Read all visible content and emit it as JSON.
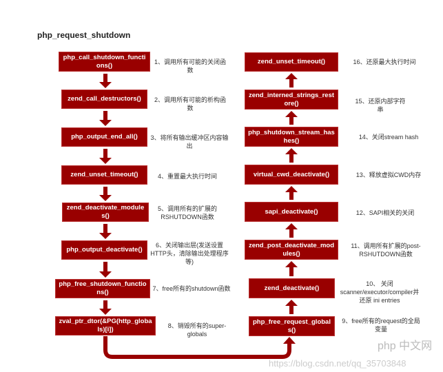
{
  "title": "php_request_shutdown",
  "colors": {
    "box": "#990000",
    "arrow": "#990000"
  },
  "left_steps": [
    {
      "func": "php_call_shutdown_functions()",
      "label": "1、调用所有可能的关闭函数"
    },
    {
      "func": "zend_call_destructors()",
      "label": "2、调用所有可能的析构函数"
    },
    {
      "func": "php_output_end_all()",
      "label": "3、将所有输出缓冲区内容输出"
    },
    {
      "func": "zend_unset_timeout()",
      "label": "4、重置最大执行时间"
    },
    {
      "func": "zend_deactivate_modules()",
      "label": "5、调用所有的扩展的RSHUTDOWN函数"
    },
    {
      "func": "php_output_deactivate()",
      "label": "6、关闭输出层(发送设置HTTP头，清除输出处理程序等)"
    },
    {
      "func": "php_free_shutdown_functions()",
      "label": "7、free所有的shutdown函数"
    },
    {
      "func": "zval_ptr_dtor(&PG(http_globals)[i])",
      "label": "8、销毁所有的super-globals"
    }
  ],
  "right_steps": [
    {
      "func": "zend_unset_timeout()",
      "label": "16、还原最大执行时间"
    },
    {
      "func": "zend_interned_strings_restore()",
      "label": "15、还原内部字符串"
    },
    {
      "func": "php_shutdown_stream_hashes()",
      "label": "14、关闭stream hash"
    },
    {
      "func": "virtual_cwd_deactivate()",
      "label": "13、释放虚拟CWD内存"
    },
    {
      "func": "sapi_deactivate()",
      "label": "12、SAPI相关的关闭"
    },
    {
      "func": "zend_post_deactivate_modules()",
      "label": "11、调用所有扩展的post-RSHUTDOWN函数"
    },
    {
      "func": "zend_deactivate()",
      "label": "10、 关闭scanner/executor/compiler并还原 ini entries"
    },
    {
      "func": "php_free_request_globals()",
      "label": "9、free所有的request的全局变量"
    }
  ],
  "watermark": {
    "logo": "php 中文网",
    "url": "https://blog.csdn.net/qq_35703848"
  }
}
